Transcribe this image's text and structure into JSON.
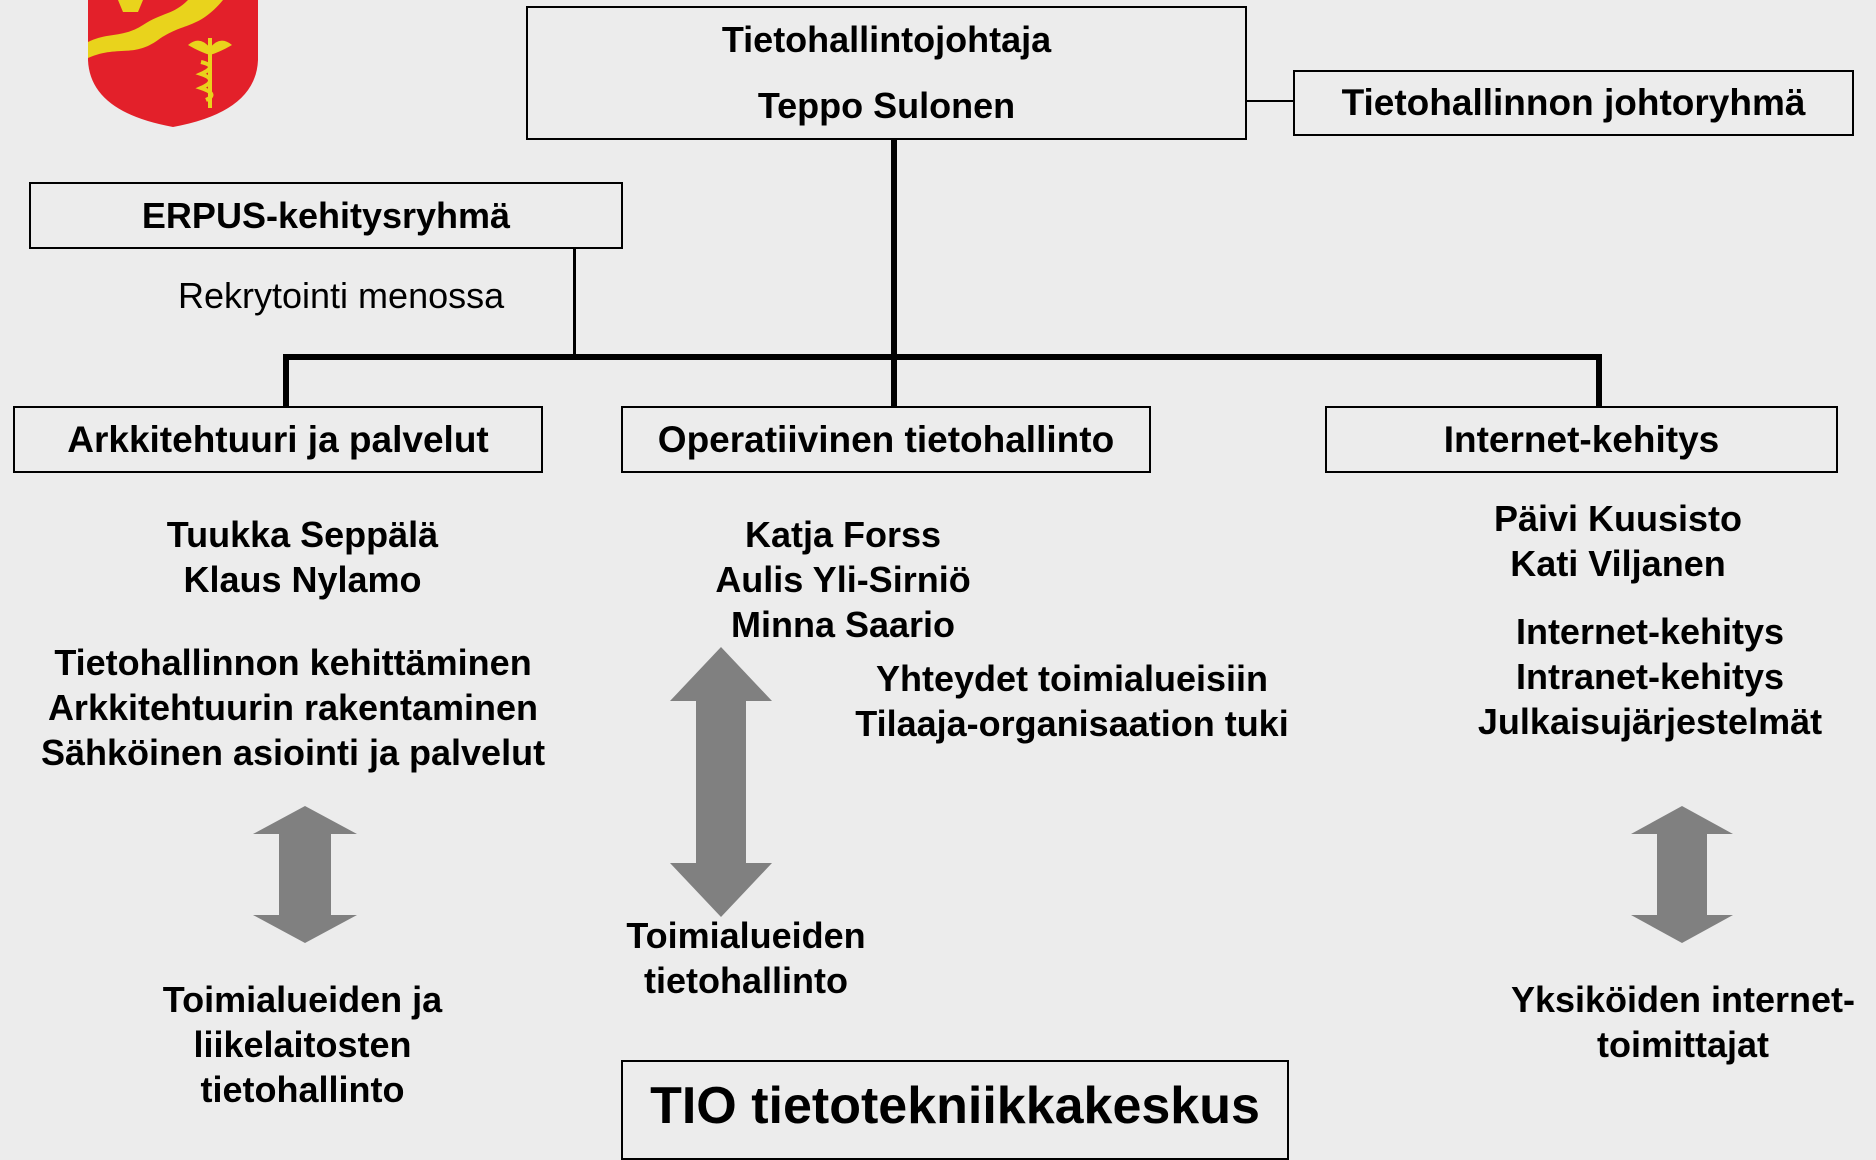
{
  "top": {
    "title": "Tietohallintojohtaja",
    "name": "Teppo Sulonen"
  },
  "steering_group": "Tietohallinnon johtoryhmä",
  "erpus": {
    "label": "ERPUS-kehitysryhmä",
    "note": "Rekrytointi menossa"
  },
  "units": [
    {
      "label": "Arkkitehtuuri ja palvelut",
      "people": [
        "Tuukka Seppälä",
        "Klaus Nylamo"
      ],
      "tasks": [
        "Tietohallinnon kehittäminen",
        "Arkkitehtuurin rakentaminen",
        "Sähköinen asiointi ja palvelut"
      ],
      "counterpart": [
        "Toimialueiden ja",
        "liikelaitosten",
        "tietohallinto"
      ]
    },
    {
      "label": "Operatiivinen tietohallinto",
      "people": [
        "Katja Forss",
        "Aulis Yli-Sirniö",
        "Minna Saario"
      ],
      "tasks": [
        "Yhteydet toimialueisiin",
        "Tilaaja-organisaation tuki"
      ],
      "counterpart": [
        "Toimialueiden",
        "tietohallinto"
      ]
    },
    {
      "label": "Internet-kehitys",
      "people": [
        "Päivi Kuusisto",
        "Kati Viljanen"
      ],
      "tasks": [
        "Internet-kehitys",
        "Intranet-kehitys",
        "Julkaisujärjestelmät"
      ],
      "counterpart": [
        "Yksiköiden internet-",
        "toimittajat"
      ]
    }
  ],
  "footer": "TIO tietotekniikkakeskus",
  "colors": {
    "background": "#ececec",
    "arrow": "#808080",
    "shield_red": "#e3202a",
    "shield_yellow": "#e9d31c"
  }
}
